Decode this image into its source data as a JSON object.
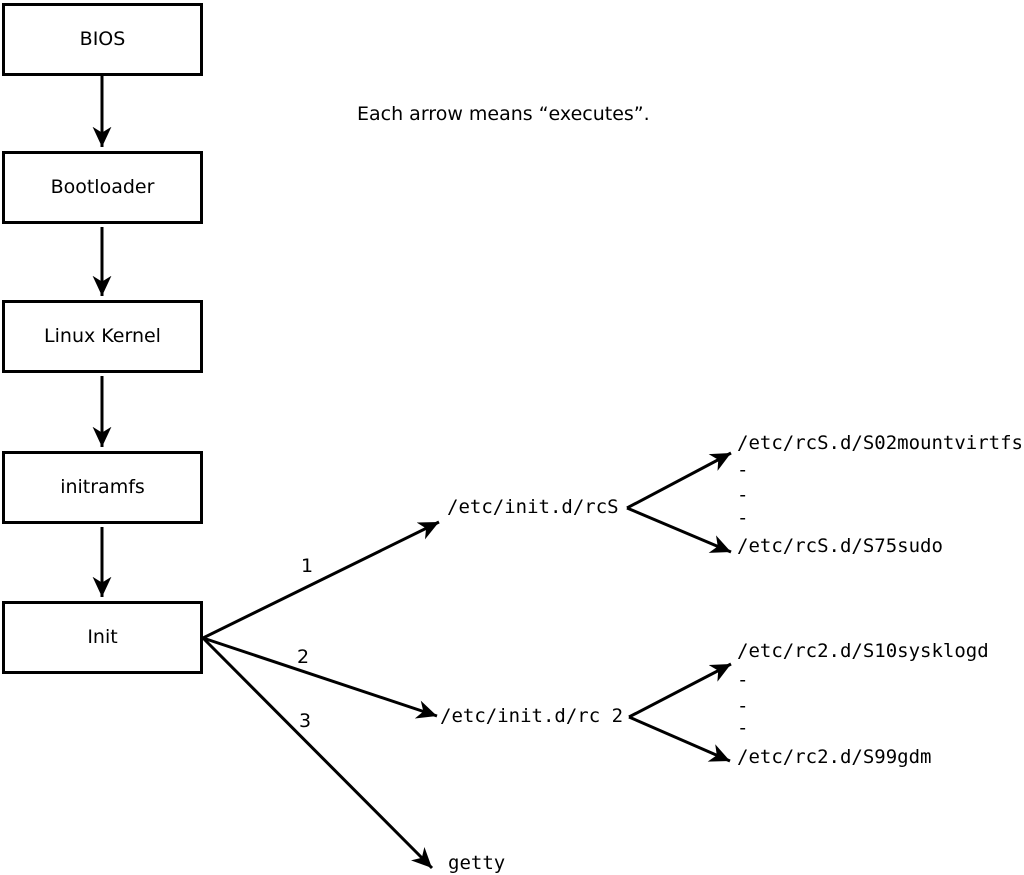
{
  "caption": "Each arrow means “executes”.",
  "nodes": [
    "BIOS",
    "Bootloader",
    "Linux Kernel",
    "initramfs",
    "Init"
  ],
  "arrow_labels": [
    "1",
    "2",
    "3"
  ],
  "level2": {
    "rcS": "/etc/init.d/rcS",
    "rc2": "/etc/init.d/rc 2",
    "getty": "getty"
  },
  "rcS_scripts": [
    "/etc/rcS.d/S02mountvirtfs",
    "-",
    "-",
    "-",
    "/etc/rcS.d/S75sudo"
  ],
  "rc2_scripts": [
    "/etc/rc2.d/S10sysklogd",
    "-",
    "-",
    "-",
    "/etc/rc2.d/S99gdm"
  ],
  "colors": {
    "line": "#000000",
    "background": "#ffffff",
    "text": "#000000"
  }
}
